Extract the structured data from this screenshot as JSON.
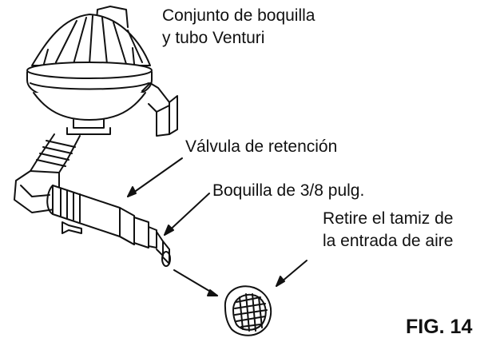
{
  "figure": {
    "label": "FIG. 14",
    "callouts": {
      "nozzle_venturi": {
        "lines": [
          "Conjunto de boquilla",
          "y tubo Venturi"
        ]
      },
      "check_valve": {
        "text": "Válvula de retención"
      },
      "barb_fitting": {
        "text": "Boquilla de 3/8 pulg."
      },
      "air_inlet_screen": {
        "lines": [
          "Retire el tamiz de",
          "la entrada de aire"
        ]
      }
    },
    "colors": {
      "ink": "#111111",
      "paper": "#ffffff"
    }
  }
}
